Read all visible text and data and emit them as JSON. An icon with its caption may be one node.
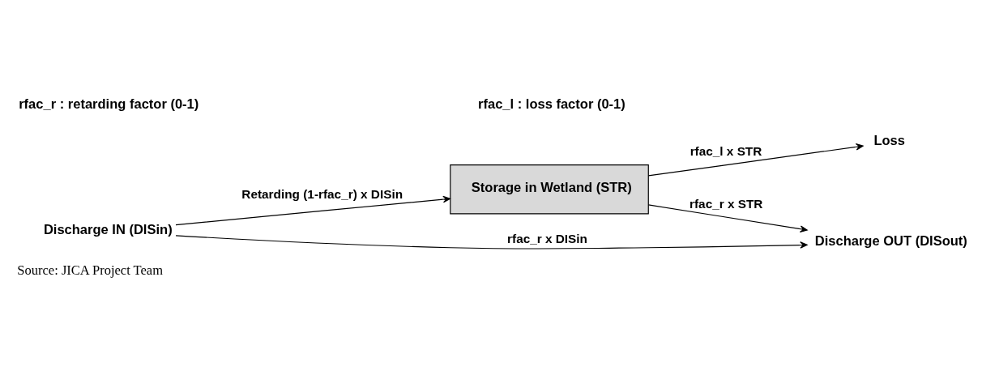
{
  "diagram": {
    "caption": "Source: JICA Project Team",
    "nodes": [
      {
        "text": [
          "Discharge IN (DISin)"
        ]
      },
      {
        "text": [
          "Storage in Wetland (STR)"
        ]
      },
      {
        "text": [
          "Discharge OUT (DISout)"
        ]
      },
      {
        "text": [
          "Loss"
        ]
      }
    ],
    "edges": [
      {
        "from": 0,
        "to": 2,
        "arrow": "to",
        "label": "rfac_r x DISin"
      },
      {
        "from": 0,
        "to": 1,
        "arrow": "to",
        "label": "Retarding (1-rfac_r) x DISin"
      },
      {
        "from": 1,
        "to": 2,
        "arrow": "to",
        "label": "rfac_r x STR"
      },
      {
        "from": 1,
        "to": 3,
        "arrow": "to",
        "label": "rfac_l x STR"
      }
    ],
    "labels": [
      "rfac_r : retarding factor (0-1)",
      "rfac_l : loss factor (0-1)"
    ]
  }
}
